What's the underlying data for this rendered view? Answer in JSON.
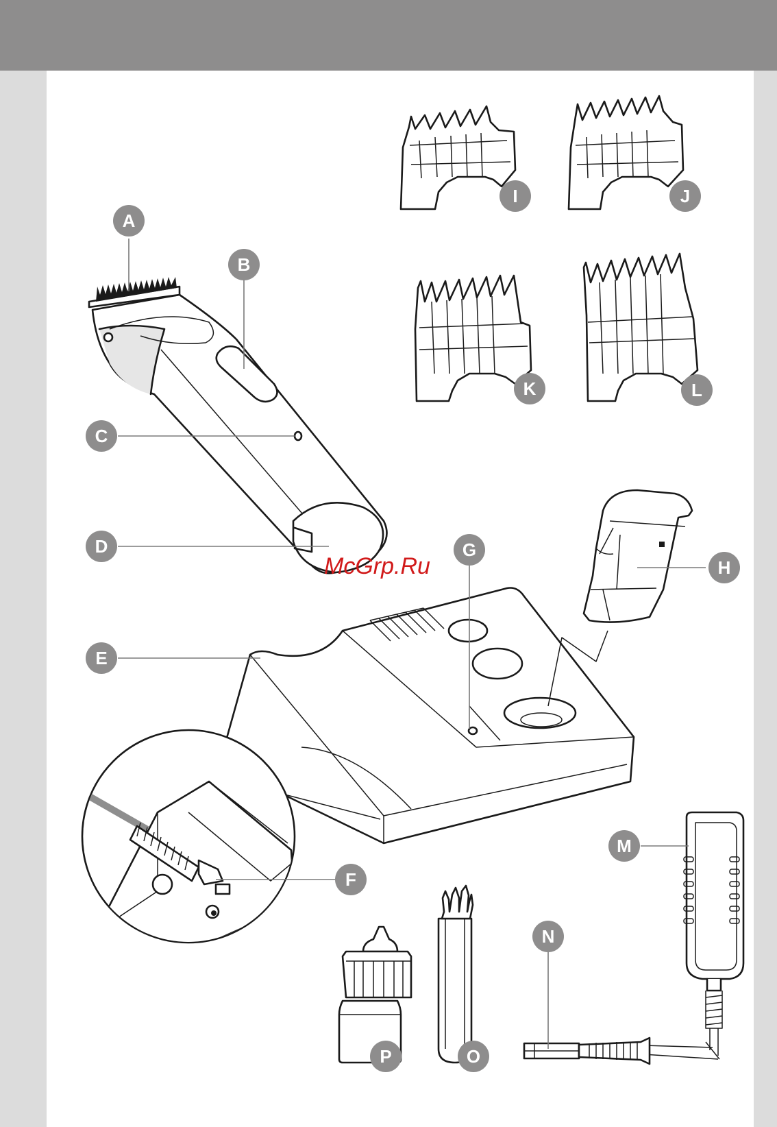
{
  "labels": {
    "A": "A",
    "B": "B",
    "C": "C",
    "D": "D",
    "E": "E",
    "F": "F",
    "G": "G",
    "H": "H",
    "I": "I",
    "J": "J",
    "K": "K",
    "L": "L",
    "M": "M",
    "N": "N",
    "O": "O",
    "P": "P"
  },
  "watermark": "McGrp.Ru",
  "colors": {
    "header": "#8e8d8d",
    "margin": "#dcdcdc",
    "label_circle": "#8e8d8d",
    "watermark": "#d11a1a"
  }
}
